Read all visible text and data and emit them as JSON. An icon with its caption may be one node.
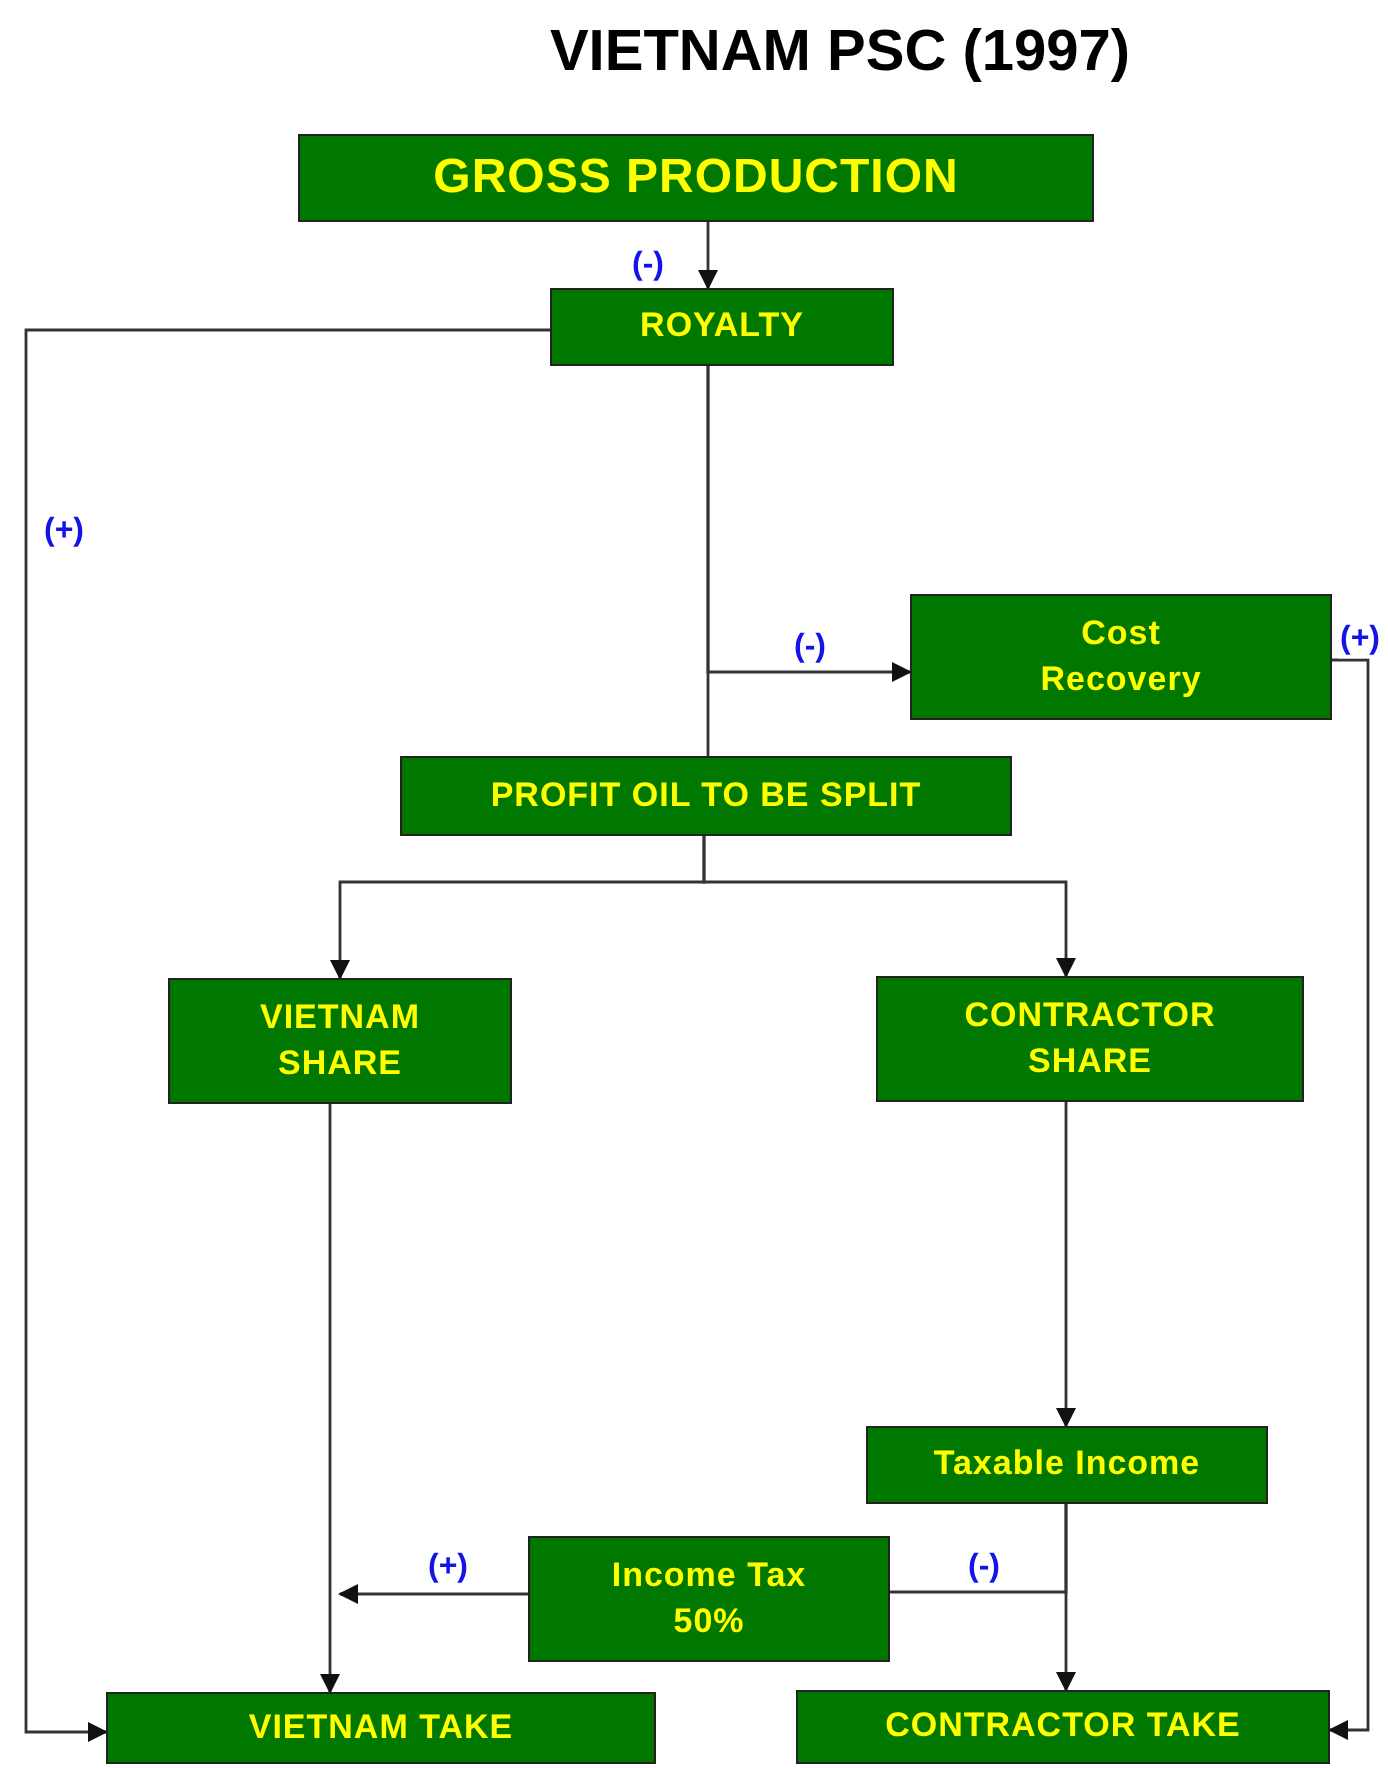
{
  "diagram": {
    "title": "VIETNAM PSC (1997)",
    "nodes": [
      {
        "text": [
          "GROSS PRODUCTION"
        ]
      },
      {
        "text": [
          "ROYALTY"
        ]
      },
      {
        "text": [
          "Cost Recovery"
        ]
      },
      {
        "text": [
          "PROFIT OIL TO BE SPLIT"
        ]
      },
      {
        "text": [
          "VIETNAM SHARE"
        ]
      },
      {
        "text": [
          "CONTRACTOR SHARE"
        ]
      },
      {
        "text": [
          "Taxable Income"
        ]
      },
      {
        "text": [
          "Income Tax 50%"
        ]
      },
      {
        "text": [
          "VIETNAM TAKE"
        ]
      },
      {
        "text": [
          "CONTRACTOR TAKE"
        ]
      }
    ],
    "edges": [
      {
        "from": 0,
        "to": 1,
        "arrow": "to",
        "label": "(-)"
      },
      {
        "from": 1,
        "to": 8,
        "arrow": "to",
        "label": "(+)"
      },
      {
        "from": 1,
        "to": 3,
        "arrow": "none"
      },
      {
        "from": 1,
        "to": 2,
        "arrow": "to",
        "label": "(-)"
      },
      {
        "from": 2,
        "to": 9,
        "arrow": "to",
        "label": "(+)"
      },
      {
        "from": 3,
        "to": 4,
        "arrow": "to"
      },
      {
        "from": 3,
        "to": 5,
        "arrow": "to"
      },
      {
        "from": 4,
        "to": 8,
        "arrow": "to"
      },
      {
        "from": 5,
        "to": 6,
        "arrow": "to"
      },
      {
        "from": 6,
        "to": 9,
        "arrow": "to"
      },
      {
        "from": 6,
        "to": 7,
        "arrow": "none",
        "label": "(-)"
      },
      {
        "from": 7,
        "to": 8,
        "arrow": "to",
        "label": "(+)"
      }
    ]
  }
}
